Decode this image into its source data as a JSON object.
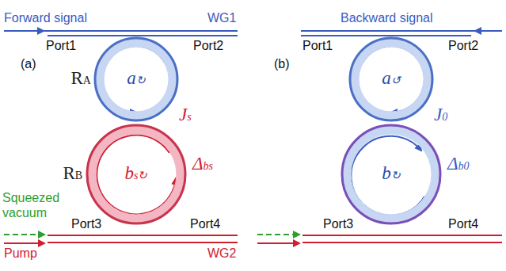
{
  "diagram": {
    "nodes": [
      {
        "text": [
          "RA",
          "a↻"
        ]
      },
      {
        "text": [
          "RB",
          "bs↻"
        ]
      },
      {
        "text": [
          "a↺"
        ]
      },
      {
        "text": [
          "b↻"
        ]
      }
    ],
    "labels": [
      "Forward signal",
      "WG1",
      "Port1",
      "Port2",
      "(a)",
      "Js",
      "Δbs",
      "Squeezed vacuum",
      "Pump",
      "Port3",
      "Port4",
      "WG2",
      "Backward signal",
      "Port1",
      "Port2",
      "(b)",
      "J0",
      "Δb0",
      "Port3",
      "Port4"
    ]
  }
}
